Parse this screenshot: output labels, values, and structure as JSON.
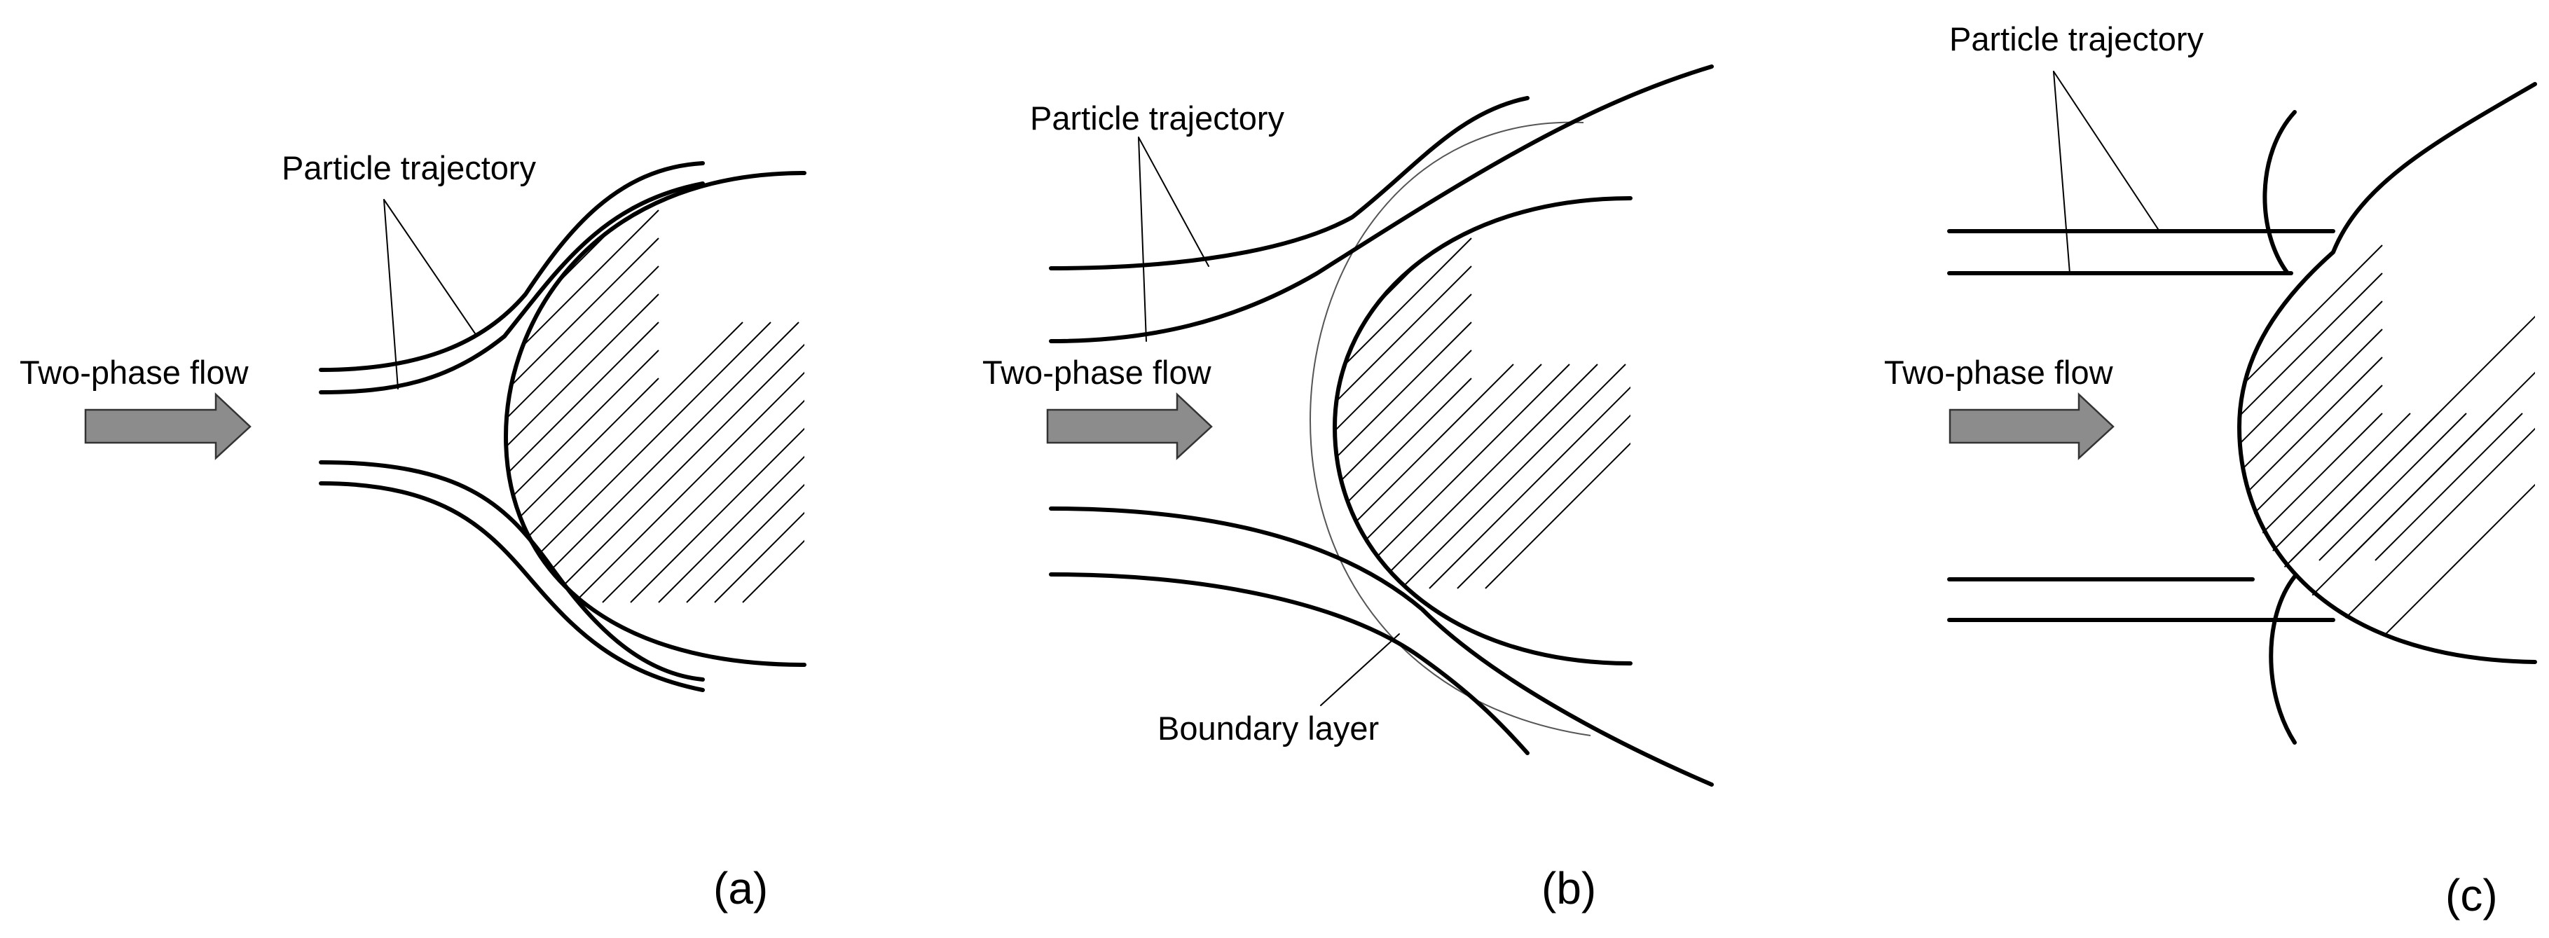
{
  "panels": [
    {
      "id": "a",
      "panel_label": "(a)",
      "flow_label": "Two-phase flow",
      "trajectory_label": "Particle trajectory"
    },
    {
      "id": "b",
      "panel_label": "(b)",
      "flow_label": "Two-phase flow",
      "trajectory_label": "Particle trajectory",
      "boundary_label": "Boundary layer"
    },
    {
      "id": "c",
      "panel_label": "(c)",
      "flow_label": "Two-phase flow",
      "trajectory_label": "Particle trajectory"
    }
  ],
  "colors": {
    "arrow_fill": "#8c8c8c",
    "line": "#000000",
    "boundary_layer_line": "#555555"
  }
}
